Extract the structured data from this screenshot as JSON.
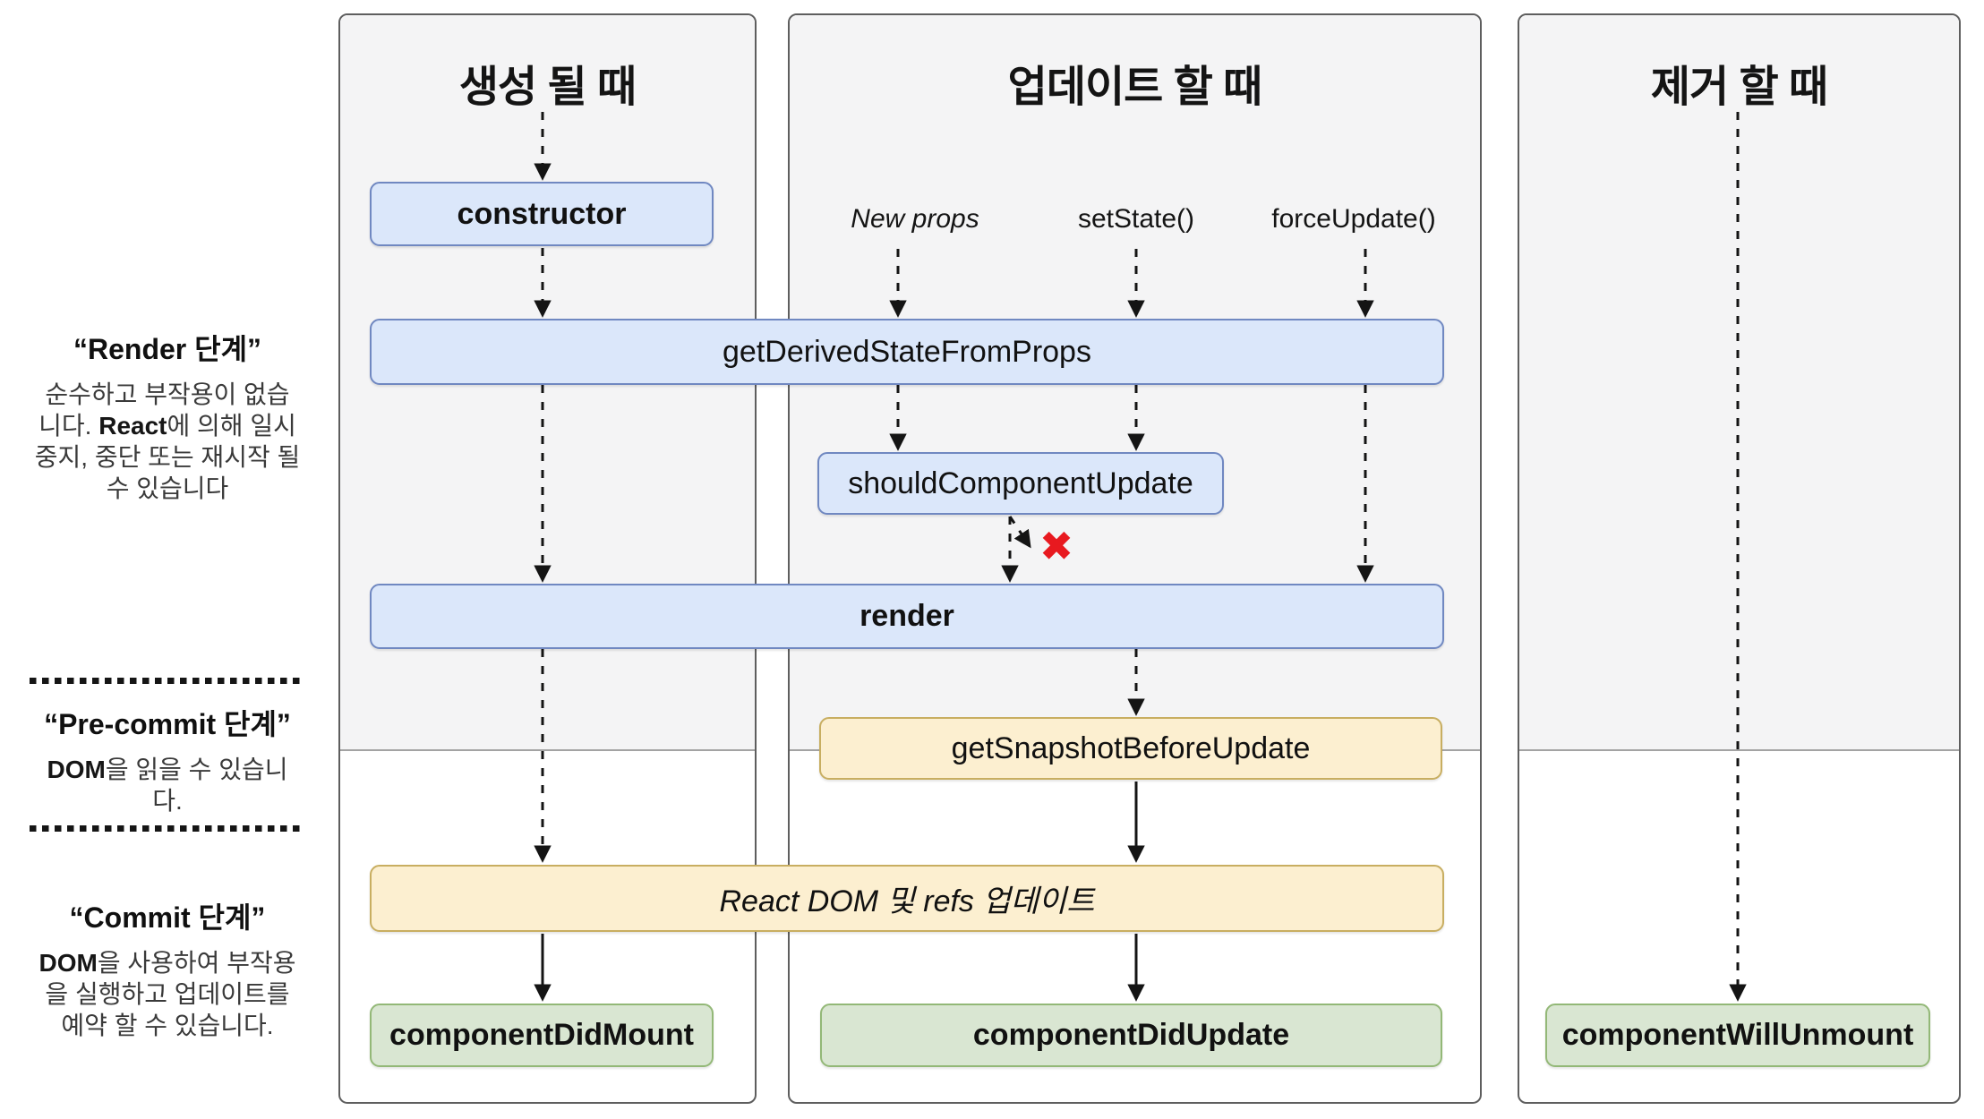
{
  "columns": {
    "mount": {
      "title": "생성 될 때"
    },
    "update": {
      "title": "업데이트 할 때",
      "triggers": {
        "new_props": "New props",
        "set_state": "setState()",
        "force_update": "forceUpdate()"
      }
    },
    "unmount": {
      "title": "제거 할 때"
    }
  },
  "boxes": {
    "constructor": "constructor",
    "get_derived_state_from_props": "getDerivedStateFromProps",
    "should_component_update": "shouldComponentUpdate",
    "render": "render",
    "get_snapshot_before_update": "getSnapshotBeforeUpdate",
    "react_dom_update": "React DOM 및 refs 업데이트",
    "component_did_mount": "componentDidMount",
    "component_did_update": "componentDidUpdate",
    "component_will_unmount": "componentWillUnmount"
  },
  "rail": {
    "render_title": "“Render 단계”",
    "render_l1": "순수하고 부작용이 없습",
    "render_l2_pre": "니다. ",
    "render_l2_bold": "React",
    "render_l2_post": "에 의해 일시",
    "render_l3": "중지, 중단 또는 재시작 될",
    "render_l4": "수 있습니다",
    "precommit_title": "“Pre-commit 단계”",
    "precommit_l1_bold": "DOM",
    "precommit_l1_post": "을 읽을 수 있습니",
    "precommit_l2": "다.",
    "commit_title": "“Commit 단계”",
    "commit_l1_bold": "DOM",
    "commit_l1_post": "을 사용하여 부작용",
    "commit_l2": "을 실행하고 업데이트를",
    "commit_l3": "예약 할 수 있습니다."
  },
  "marks": {
    "skip_update_x": "✖"
  },
  "colors": {
    "box_blue_fill": "#dbe7fa",
    "box_blue_border": "#7088c1",
    "box_orange_fill": "#fcefd0",
    "box_orange_border": "#c8ae61",
    "box_green_fill": "#d9e6d2",
    "box_green_border": "#93b877",
    "panel_gray": "#f4f4f5",
    "panel_border": "#5e5e5e",
    "phase_divider": "#a3a3a3",
    "arrow_line": "#141414",
    "x_red": "#e8191f"
  }
}
